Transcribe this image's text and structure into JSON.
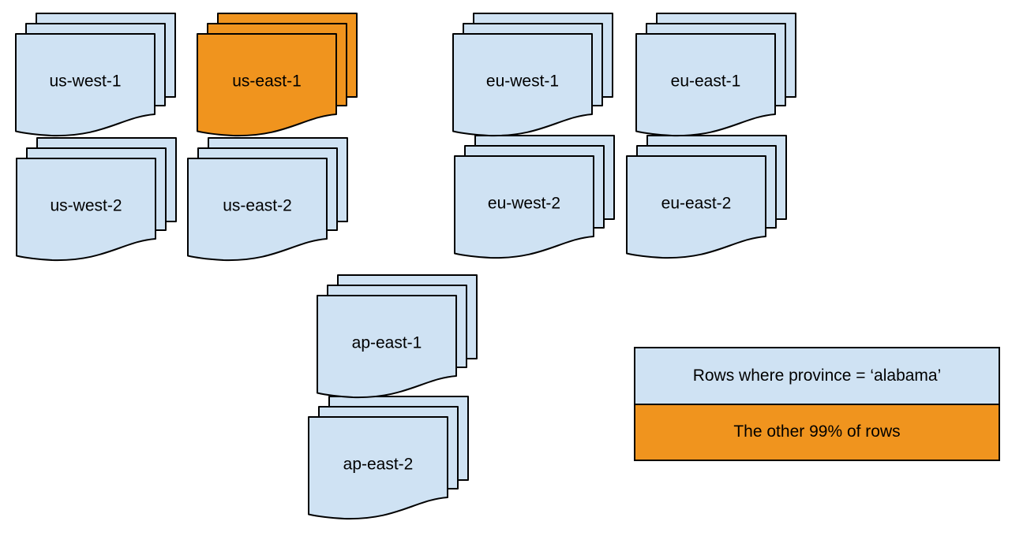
{
  "colors": {
    "partition_fill": "#CFE2F3",
    "hot_partition_fill": "#F0941E",
    "outline": "#000000",
    "label_text": "#000000"
  },
  "partitions": [
    {
      "label": "us-west-1",
      "hot": false
    },
    {
      "label": "us-east-1",
      "hot": true
    },
    {
      "label": "eu-west-1",
      "hot": false
    },
    {
      "label": "eu-east-1",
      "hot": false
    },
    {
      "label": "us-west-2",
      "hot": false
    },
    {
      "label": "us-east-2",
      "hot": false
    },
    {
      "label": "eu-west-2",
      "hot": false
    },
    {
      "label": "eu-east-2",
      "hot": false
    },
    {
      "label": "ap-east-1",
      "hot": false
    },
    {
      "label": "ap-east-2",
      "hot": false
    }
  ],
  "legend": {
    "items": [
      {
        "label": "Rows where province = ‘alabama’",
        "color": "#CFE2F3"
      },
      {
        "label": "The other 99% of rows",
        "color": "#F0941E"
      }
    ]
  }
}
